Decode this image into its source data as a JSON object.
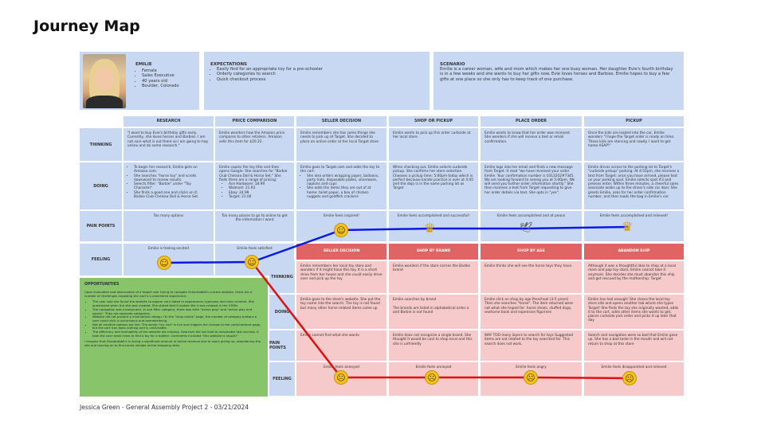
{
  "title": "Journey Map",
  "persona": {
    "name": "EMILIE",
    "details": [
      "Female",
      "Sales Executive",
      "40 years old",
      "Boulder, Colorado"
    ]
  },
  "expectations": {
    "title": "EXPECTATIONS",
    "items": [
      "Easily find for an appropriate toy for a pre-schooler",
      "Orderly categories to search",
      "Quick checkout process"
    ]
  },
  "scenario": {
    "title": "SCENARIO",
    "text": "Emilie is a career woman, wife and mom which makes her one busy woman. Her daughter Evie's fourth birthday is in a few weeks and she wants to buy her gifts now.  Evie loves horses and Barbies. Emilie hopes to buy a few gifts at one place so she only has to keep track of one purchase."
  },
  "stages": [
    "RESEARCH",
    "PRICE COMPARISON",
    "SELLER DECISION",
    "SHOP OR PICKUP",
    "PLACE ORDER",
    "PICKUP"
  ],
  "row_labels": {
    "thinking": "THINKING",
    "doing": "DOING",
    "pain": "PAIN POINTS",
    "feeling": "FEELING"
  },
  "thinking": [
    "\"I want to buy Evie's birthday gifts early. Currently, she loves horses and Barbies. I am not sure what is out there so I am going to hop online and do some research.\"",
    "Emilie wonders how the Amazon price compares to other retailers. Amazon sells this item for $20.22.",
    "Emilie remembers she has some things she needs to pick up at Target. She decided to place an online order at her local Target store",
    "Emilie wants to pick up this order curbside at her local store.",
    "Emilie wants to know that her order was received. She wonders if she will receive a text or email confirmation.",
    "Once the kids are loaded into the car, Emilie wonders \"I hope the Target order is ready on time. These kids are starving and rowdy. I want to get home ASAP!\""
  ],
  "doing": {
    "research": [
      "To begin her research, Emilie gets on Amazon.com.",
      "She searches \"horse toy\" and scrolls downward to review results.",
      "Selects filter: \"Barbie\" under \"Toy Character\".",
      "She finds a good one and clicks on it: Barbie Club Chelsea Doll & Horse Set."
    ],
    "price_intro": "Emilie copies the toy title and then opens Google. She searches for \"Barbie Club Chelsea Doll & Horse Set.\" She finds there are a range of pricing:",
    "price_items": [
      "Ace Hardware: 18.99",
      "Walmart: 21.93",
      "Ebay: 24.99",
      "Target: 21.00"
    ],
    "seller_intro": "Emilie goes to Target.com and adds the toy to the cart.",
    "seller_items": [
      "She also orders wrapping paper, balloons, party hats, disposable plates, silverware, napkins and cups",
      "She adds the items they are out of at home: toilet paper, a box of chicken nuggets and goldfish crackers"
    ],
    "shop": "When checking out, Emilie selects curbside pickup. She confirms her store selection. Chooses a pickup time: 5:00pm today which is perfect because karate practice is over at 4:45 and the dojo is in the same parking lot as Target",
    "place": "Emilie logs into her email and finds a new message from Target. It read \"we have received your order Emilie.  Your confirmation number is 0313202#7345.  We are looking forward to seeing you at 5:00pm. We will send you further order information shortly.\" She then receives a text from Target requesting to give her order details via text. She opts in \"yes\".",
    "pickup": "Emilie drives across to the parking lot to Target's \"curbside pickup\" parking. At 4:55pm, she receives a text from Target: once you have arrived, please text us your parking spot. Emilie selects spot #3 and presses enter. Within three minutes, a cheerful sales associate walks up to the driver's side car door. She greets Emilie, asks for her order confirmation number, and then loads the bag in Emilie's car."
  },
  "pain_points": [
    "Too many options",
    "Too many places to go to online to get the information I want",
    "Emilie feels inspired!",
    "Emilie feels accomplished and successful!",
    "Emilie feels accomplished and at peace",
    "Emilie feels accomplished and relieved!"
  ],
  "feeling": [
    "Emilie is feeling excited",
    "Emilie feels satisfied"
  ],
  "alt_headers": [
    "SELLER DECISION",
    "SHOP BY BRAND",
    "SHOP BY AGE",
    "ABANDON SHIP"
  ],
  "alt_labels": {
    "thinking": "THINKING",
    "doing": "DOING",
    "pain": "PAIN POINTS",
    "feeling": "FEELING"
  },
  "alt_thinking": [
    "Emilie remembers her local toy store and wonders if it might have this toy. It is a short drive from her house and she could easily drive over and pick up the toy",
    "Emilie wonders if the store carries the Barbie brand",
    "Emilie thinks she will see the horse toys they have.",
    "Although it was a thoughtful idea to shop at a local mom and pop toy store, Emilie cannot take it anymore. She decides she must abandon this ship and get rescued by the mothership: Target"
  ],
  "alt_doing": [
    "Emilie goes to the store's website. She put the toy name into the search. The toy is not found but many other horse related items come up",
    "Emilie searches by brand\n\nThe brands are listed in alphabetical order a and Barbie is not found",
    "Emilie click on shop by age Preschool (3-5 years) Then she searches \"horse\". The item returned were not what she hoped for: horse shoes, stuffed dogs, seahorse book and expensive figurines",
    "Emilie has had enough! She closes the local toy store site and opens another tab where she types Target! She finds the toy she originally wanted, adds it to the cart, adds other items she wants to get, places curbside pick order and picks it up later that day"
  ],
  "alt_pain": [
    "Emilie cannot find what she wants",
    "Emilie does not recognize a single brand. She thought it would be cool to shop local and this site is unfriendly",
    "WAY TOO many layers to search for toys Suggested items are not related to the toy searched for. This search does not work.",
    "Search and navigation were so bad that Emilie gave up. She has a bad taste in the mouth and will not return to shop at this store"
  ],
  "alt_feeling": [
    "Emilie feels annoyed",
    "Emilie feels annoyed",
    "Emilie feels angry",
    "Emilie feels disappointed and relieved"
  ],
  "opportunities": {
    "title": "OPPORTUNITIES",
    "intro": "Upon evaluation and observation of a target user trying to navigate Grandrabbit's current website, there are a number of challenges impeding the user's e-commerce experience.",
    "items": [
      "The user said she found the website to appear very dated in appearance; typecase and color scheme. She questioned when the site was created. She stated that it looked like it was created in the 1990s",
      "The navigation was incongruent.  In one filter category, there was both \"active play\" and \"active play and sports\". They are separate categories.",
      "Website did not present a minimalistic design. On the \"shop online\" page, the number of category buttons a user could click is voluminous and overwhelming.",
      "Not all intuitive options are live. The words \"my cart\" is live and triggers the change to the cart/checkout page, but the cart icon does nothing and is unclickable.",
      "The efficiency and learnability of the website are missing. Searches did not lead to reasonable fast success. It took the user seven tries to find a toy for a toddler. Comments included \"this website is stupid!\""
    ],
    "outro": "I imagine that Grandrabbit's is losing a significant amount of online revenue due to users giving up, abandoning the site and moving on to fine-tuned reliable online shopping sites."
  },
  "footer": "Jessica Green - General Assembly Project 2 - 03/21/2024",
  "colors": {
    "panel_blue": "#c9d8f2",
    "alt_pink": "#f6caca",
    "alt_header_red": "#e06464",
    "opportunity_green": "#88c46a",
    "happy_line": "#0a1ae0",
    "sad_line": "#e01010"
  },
  "icons": {
    "feeling_excited": "grinning-face",
    "feeling_satisfied": "smiling-face",
    "feeling_inspired": "smirking-face",
    "accomplished": "trophy",
    "peace": "dove",
    "relieved": "trophy",
    "annoyed": "frowning-face",
    "angry": "angry-face",
    "disappointed": "sleepy-face"
  }
}
